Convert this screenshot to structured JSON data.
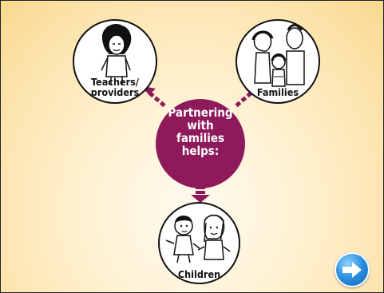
{
  "center": {
    "lines": [
      "Partnering",
      "with",
      "families",
      "helps:"
    ],
    "color": "#8e1a5b"
  },
  "nodes": {
    "teachers": {
      "label_line1": "Teachers/",
      "label_line2": "providers",
      "icon": "teacher-illustration"
    },
    "families": {
      "label": "Families",
      "icon": "family-illustration"
    },
    "children": {
      "label": "Children",
      "icon": "children-illustration"
    }
  },
  "navigation": {
    "next_icon": "right-arrow-icon",
    "next_color": "#2b8fe0"
  },
  "colors": {
    "accent": "#8e1a5b",
    "background": "#fde6b4"
  }
}
